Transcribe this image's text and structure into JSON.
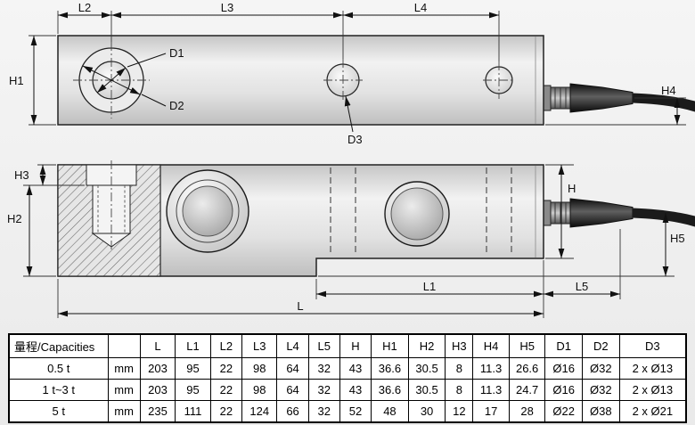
{
  "drawing": {
    "labels": {
      "L": "L",
      "L1": "L1",
      "L2": "L2",
      "L3": "L3",
      "L4": "L4",
      "L5": "L5",
      "H": "H",
      "H1": "H1",
      "H2": "H2",
      "H3": "H3",
      "H4": "H4",
      "H5": "H5",
      "D1": "D1",
      "D2": "D2",
      "D3": "D3"
    }
  },
  "table": {
    "header": [
      "量程/Capacities",
      "",
      "L",
      "L1",
      "L2",
      "L3",
      "L4",
      "L5",
      "H",
      "H1",
      "H2",
      "H3",
      "H4",
      "H5",
      "D1",
      "D2",
      "D3"
    ],
    "rows": [
      [
        "0.5 t",
        "mm",
        "203",
        "95",
        "22",
        "98",
        "64",
        "32",
        "43",
        "36.6",
        "30.5",
        "8",
        "11.3",
        "26.6",
        "Ø16",
        "Ø32",
        "2 x Ø13"
      ],
      [
        "1 t~3 t",
        "mm",
        "203",
        "95",
        "22",
        "98",
        "64",
        "32",
        "43",
        "36.6",
        "30.5",
        "8",
        "11.3",
        "24.7",
        "Ø16",
        "Ø32",
        "2 x Ø13"
      ],
      [
        "5 t",
        "mm",
        "235",
        "111",
        "22",
        "124",
        "66",
        "32",
        "52",
        "48",
        "30",
        "12",
        "17",
        "28",
        "Ø22",
        "Ø38",
        "2 x Ø21"
      ]
    ]
  },
  "colors": {
    "line": "#111111",
    "metal_light": "#f2f2f2",
    "metal_dark": "#bfbfbf",
    "cable": "#1b1b1b"
  }
}
